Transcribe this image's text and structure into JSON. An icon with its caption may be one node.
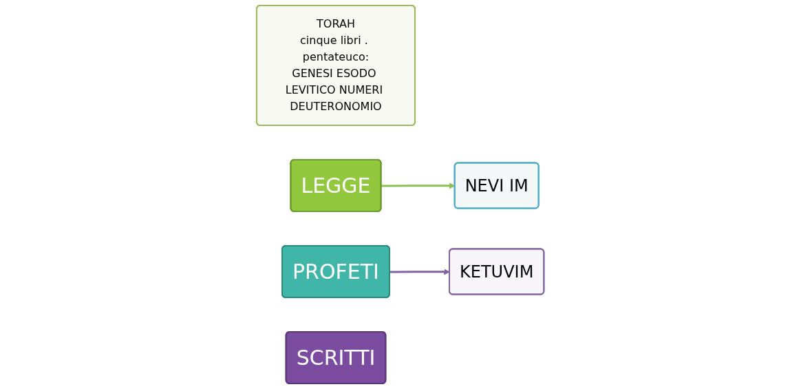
{
  "diagram": {
    "nodes": [
      {
        "text": [
          "TORAH",
          "cinque libri . pentateuco:",
          "GENESI ESODO LEVITICO NUMERI DEUTERONOMIO"
        ]
      },
      {
        "text": [
          "LEGGE"
        ]
      },
      {
        "text": [
          "PROFETI"
        ]
      },
      {
        "text": [
          "NEVI IM"
        ]
      },
      {
        "text": [
          "KETUVIM"
        ]
      },
      {
        "text": [
          "SCRITTI"
        ]
      }
    ],
    "edges": [
      {
        "from": 1,
        "to": 3,
        "arrow": "to",
        "color": "#8cc152"
      },
      {
        "from": 2,
        "to": 4,
        "arrow": "to",
        "color": "#8064a2"
      }
    ]
  }
}
